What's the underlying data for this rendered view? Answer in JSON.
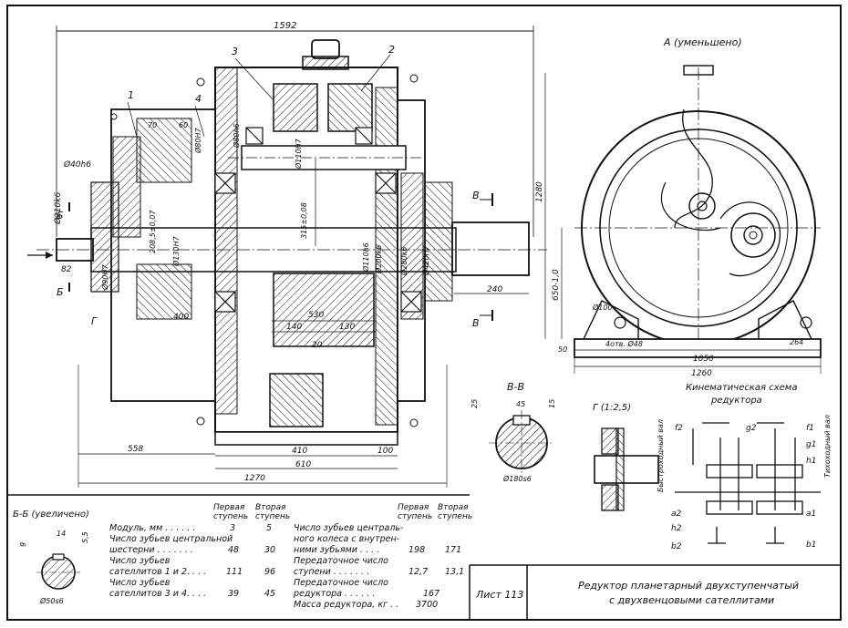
{
  "dimensions": {
    "overall_length": "1592",
    "shaft_left_dia": "Ø40h6",
    "housing_dia": "Ø210k6",
    "dim_82": "82",
    "dim_558": "558",
    "dim_1270": "1270",
    "dim_410": "410",
    "dim_610": "610",
    "dim_100": "100",
    "dim_240": "240",
    "dim_530": "530",
    "dim_140": "140",
    "dim_130": "130",
    "dim_20": "20",
    "dim_400": "400",
    "dim_70": "70",
    "dim_60": "60",
    "dim_80h6": "Ø80h6",
    "dim_80H7": "Ø80H7",
    "dim_110H7": "Ø110H7",
    "dim_315": "315±0,08",
    "dim_110h6": "Ø110h6",
    "dim_200k6": "Ø200k6",
    "dim_280k6": "Ø280k6",
    "dim_420H7": "Ø420H7",
    "dim_208": "208,5±0,07",
    "dim_130H7": "Ø130H7",
    "dim_90H7": "Ø90H7",
    "dim_1280": "1280",
    "dim_650": "650-1,0",
    "dim_50": "50",
    "dim_100b": "Ø100",
    "dim_holes": "4отв. Ø48",
    "dim_1050": "1050",
    "dim_1260": "1260",
    "dim_264": "264"
  },
  "callouts": {
    "n1": "1",
    "n2": "2",
    "n3": "3",
    "n4": "4",
    "section_b_left": "Б",
    "section_b_left2": "Б",
    "section_v_top": "В",
    "section_v_bottom": "В",
    "g_mark": "Г"
  },
  "view_a": {
    "title": "А (уменьшено)"
  },
  "section_vv": {
    "title": "В-В",
    "d1": "25",
    "d2": "45",
    "d3": "15",
    "dia": "Ø180s6"
  },
  "section_g": {
    "title": "Г (1:2,5)"
  },
  "kinematic": {
    "title_line1": "Кинематическая схема",
    "title_line2": "редуктора",
    "fast_shaft": "Быстроходный вал",
    "slow_shaft": "Тихоходный вал",
    "labels": [
      "f2",
      "g2",
      "f1",
      "g1",
      "h1",
      "a2",
      "h2",
      "a1",
      "b2",
      "b1"
    ]
  },
  "section_bb": {
    "title": "Б-Б (увеличено)",
    "d1": "9",
    "d2": "14",
    "d3": "5,5",
    "dia": "Ø50s6"
  },
  "table": {
    "col_first": "Первая ступень",
    "col_second": "Вторая ступень",
    "left_rows": [
      {
        "label": "Модуль, мм . . . . . .",
        "v1": "3",
        "v2": "5"
      },
      {
        "label": "Число зубьев центральной",
        "v1": "",
        "v2": ""
      },
      {
        "label": "шестерни . . . . . . .",
        "v1": "48",
        "v2": "30"
      },
      {
        "label": "Число зубьев",
        "v1": "",
        "v2": ""
      },
      {
        "label": "сателлитов 1 и 2. . . .",
        "v1": "111",
        "v2": "96"
      },
      {
        "label": "Число зубьев",
        "v1": "",
        "v2": ""
      },
      {
        "label": "сателлитов 3 и 4. . . .",
        "v1": "39",
        "v2": "45"
      }
    ],
    "right_rows": [
      {
        "label": "Число зубьев централь-",
        "v1": "",
        "v2": ""
      },
      {
        "label": "ного колеса с внутрен-",
        "v1": "",
        "v2": ""
      },
      {
        "label": "ними зубьями . . . .",
        "v1": "198",
        "v2": "171"
      },
      {
        "label": "Передаточное число",
        "v1": "",
        "v2": ""
      },
      {
        "label": "ступени . . . . . . .",
        "v1": "12,7",
        "v2": "13,1"
      },
      {
        "label": "Передаточное число",
        "v1": "",
        "v2": ""
      },
      {
        "label": "редуктора . . . . . .",
        "v1": "167",
        "v2": ""
      },
      {
        "label": "Масса редуктора, кг . .",
        "v1": "3700",
        "v2": ""
      }
    ]
  },
  "title_block": {
    "sheet": "Лист 113",
    "title_line1": "Редуктор планетарный двухступенчатый",
    "title_line2": "с двухвенцовыми сателлитами"
  },
  "colors": {
    "ink": "#111111",
    "paper": "#ffffff"
  }
}
